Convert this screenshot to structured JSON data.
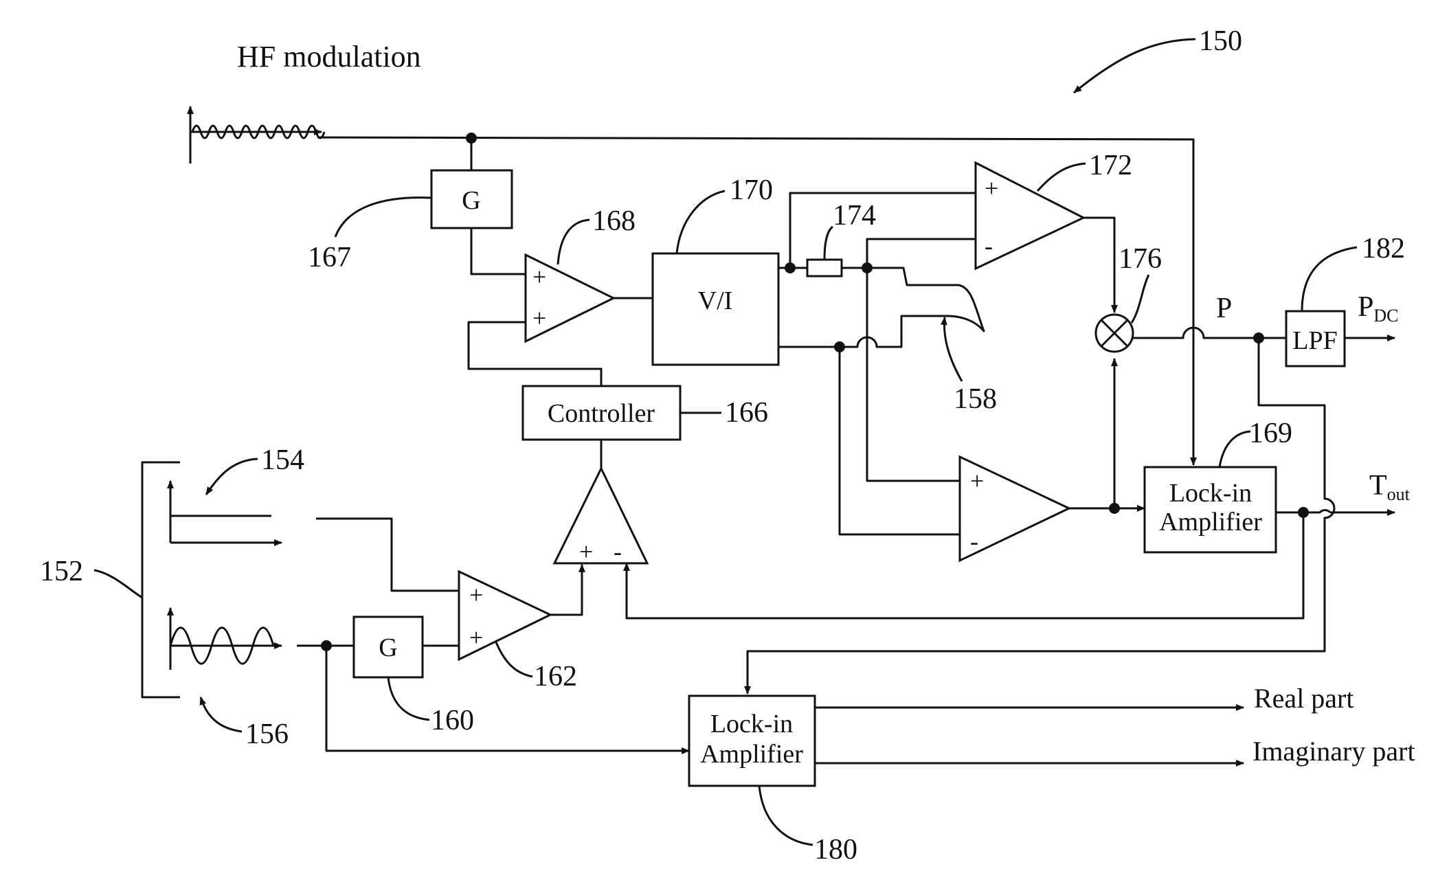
{
  "title": "HF modulation",
  "ref": {
    "system": "150",
    "switch_group": "152",
    "dc_signal": "154",
    "ac_signal": "156",
    "load": "158",
    "gain_low": "160",
    "summer_low": "162",
    "controller": "166",
    "gain_high": "167",
    "summer_high": "168",
    "lockin_top": "169",
    "vi": "170",
    "amp_top": "172",
    "resistor": "174",
    "multiplier": "176",
    "lockin_bottom": "180",
    "lpf": "182"
  },
  "blocks": {
    "gain": "G",
    "vi": "V/I",
    "controller": "Controller",
    "lpf": "LPF",
    "lockin_line1": "Lock-in",
    "lockin_line2": "Amplifier"
  },
  "signs": {
    "plus": "+",
    "minus": "-"
  },
  "signals": {
    "p": "P",
    "pdc_main": "P",
    "pdc_sub": "DC",
    "tout_main": "T",
    "tout_sub": "out",
    "real": "Real part",
    "imag": "Imaginary part"
  }
}
